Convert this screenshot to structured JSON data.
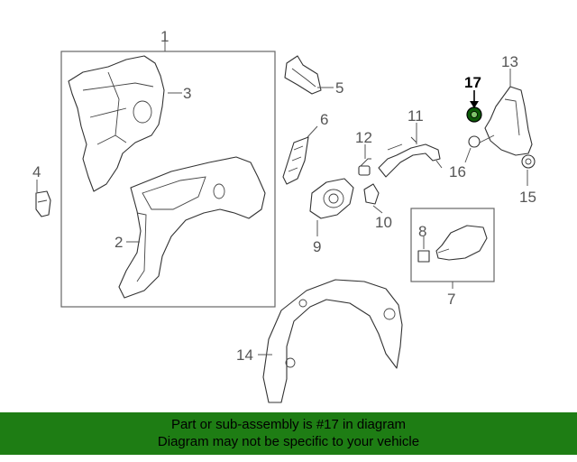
{
  "colors": {
    "banner_bg": "#1e7d14",
    "highlight": "#0b5a07",
    "line": "#333333"
  },
  "callouts": {
    "c1": "1",
    "c2": "2",
    "c3": "3",
    "c4": "4",
    "c5": "5",
    "c6": "6",
    "c7": "7",
    "c8": "8",
    "c9": "9",
    "c10": "10",
    "c11": "11",
    "c12": "12",
    "c13": "13",
    "c14": "14",
    "c15": "15",
    "c16": "16",
    "c17": "17"
  },
  "highlighted_callout": "17",
  "banner": {
    "line1": "Part or sub-assembly is #17 in diagram",
    "line2": "Diagram may not be specific to your vehicle"
  }
}
